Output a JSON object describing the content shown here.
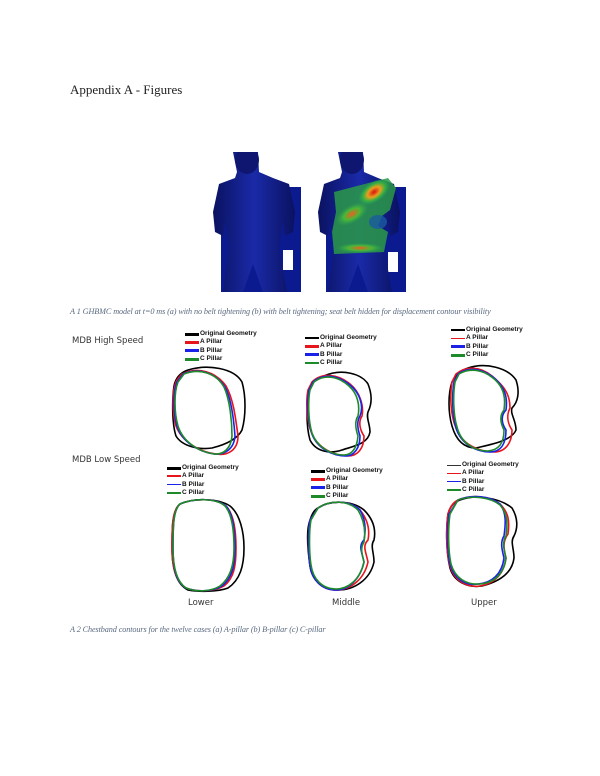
{
  "heading": "Appendix A - Figures",
  "figure1": {
    "caption": "A 1 GHBMC model at t=0 ms (a) with no belt tightening (b) with belt tightening; seat belt hidden for displacement contour visibility",
    "panels": [
      {
        "id": "a",
        "description": "no belt tightening",
        "colormap": "uniform-blue"
      },
      {
        "id": "b",
        "description": "with belt tightening",
        "colormap": "displacement-contour"
      }
    ]
  },
  "figure2": {
    "caption": "A 2 Chestband contours for the twelve cases (a) A-pillar (b) B-pillar (c) C-pillar",
    "row_labels": [
      "MDB High Speed",
      "MDB Low Speed"
    ],
    "column_labels": [
      "Lower",
      "Middle",
      "Upper"
    ],
    "legend": [
      {
        "label": "Original Geometry",
        "color": "#000000"
      },
      {
        "label": "A Pillar",
        "color": "#e8141b"
      },
      {
        "label": "B Pillar",
        "color": "#1a22e8"
      },
      {
        "label": "C Pillar",
        "color": "#1f8a2a"
      }
    ]
  },
  "colors": {
    "caption": "#5a6a80",
    "dummy_blue": "#0b1a8c"
  }
}
